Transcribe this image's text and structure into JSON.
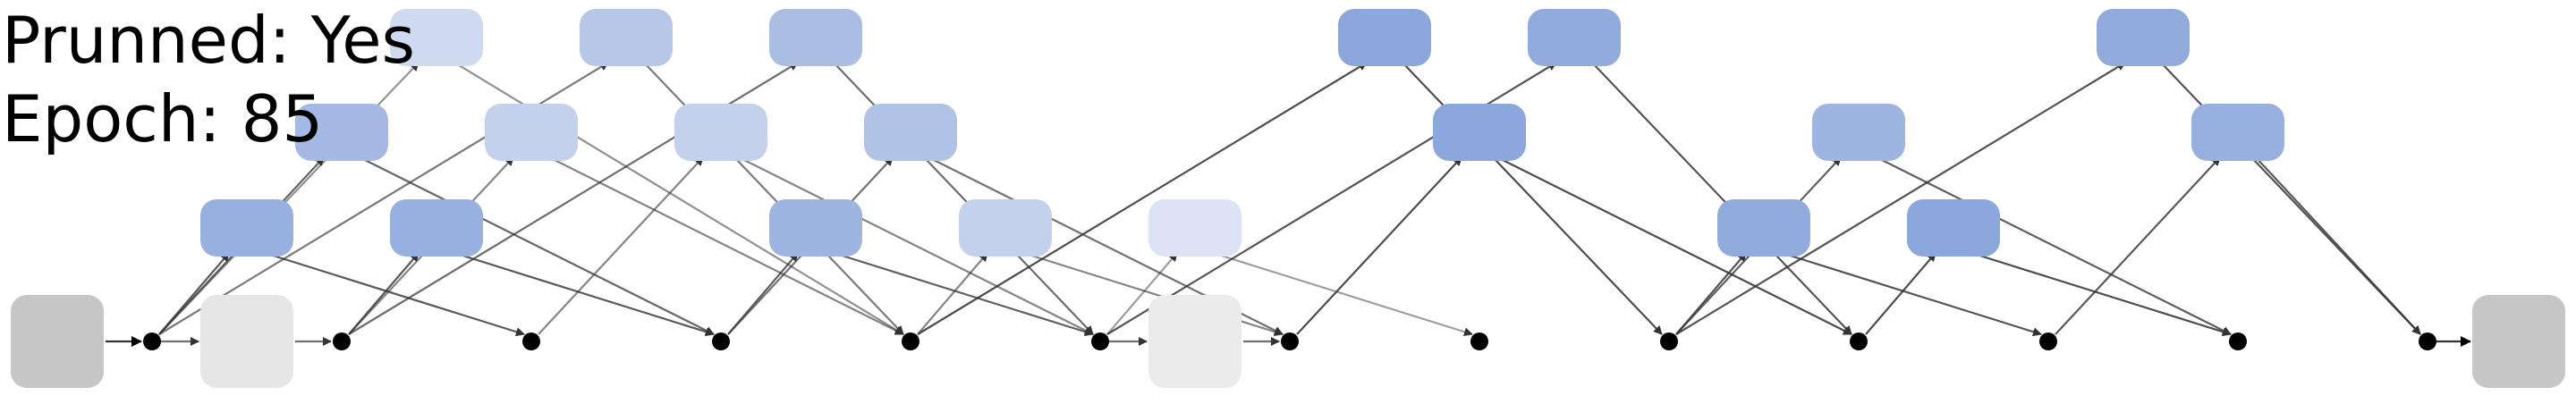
{
  "caption": {
    "pruned_line": "Prunned: Yes",
    "epoch_line": "Epoch: 85"
  },
  "diagram": {
    "type": "pruned cell graph",
    "colors": {
      "terminal_node": "#c6c6c6",
      "dot": "#000000",
      "op_blue": "#86a2d9",
      "edge": "#333333"
    },
    "junctions": 13,
    "cells": [
      {
        "ops": [
          {
            "shade": 0.85,
            "row": 1
          },
          {
            "shade": 0.75,
            "row": 2
          },
          {
            "shade": 0.4,
            "row": 3
          }
        ]
      },
      {
        "ops": [
          {
            "shade": 0.85,
            "row": 1
          },
          {
            "shade": 0.5,
            "row": 2
          },
          {
            "shade": 0.6,
            "row": 3
          }
        ]
      },
      {
        "ops": [
          {
            "shade": 0.5,
            "row": 1
          },
          {
            "shade": 0.7,
            "row": 2
          },
          {
            "shade": 0.8,
            "row": 3
          }
        ]
      },
      {
        "ops": [
          {
            "shade": 0.65,
            "row": 1
          },
          {
            "shade": 0.5,
            "row": 2
          }
        ]
      },
      {
        "ops": [
          {
            "shade": 0.3,
            "row": 1
          }
        ]
      },
      {
        "ops": [
          {
            "shade": 0.95,
            "row": 2
          },
          {
            "shade": 0.95,
            "row": 3
          },
          {
            "shade": 0.9,
            "row": 4
          }
        ]
      },
      {
        "ops": [
          {
            "shade": 0.9,
            "row": 1
          },
          {
            "shade": 0.8,
            "row": 2
          }
        ]
      },
      {
        "ops": [
          {
            "shade": 0.95,
            "row": 1
          }
        ]
      },
      {
        "ops": [
          {
            "shade": 0.9,
            "row": 2
          },
          {
            "shade": 0.85,
            "row": 3
          }
        ]
      }
    ],
    "skip_nodes": [
      {
        "between": [
          0,
          1
        ],
        "shade": 0.25
      },
      {
        "between": [
          5,
          6
        ],
        "shade": 0.2
      }
    ]
  }
}
